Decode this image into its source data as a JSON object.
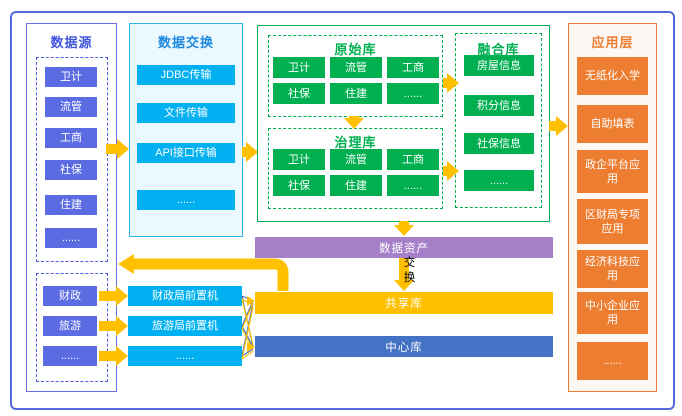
{
  "diagram": {
    "data_source": {
      "title": "数据源",
      "items": [
        "卫计",
        "流管",
        "工商",
        "社保",
        "住建",
        "......"
      ],
      "lower_items": [
        "财政",
        "旅游",
        "......"
      ]
    },
    "data_exchange": {
      "title": "数据交换",
      "items": [
        "JDBC传输",
        "文件传输",
        "API接口传输",
        "......"
      ]
    },
    "libraries": {
      "original": {
        "title": "原始库",
        "items": [
          "卫计",
          "流管",
          "工商",
          "社保",
          "住建",
          "......"
        ]
      },
      "governance": {
        "title": "治理库",
        "items": [
          "卫计",
          "流管",
          "工商",
          "社保",
          "住建",
          "......"
        ]
      },
      "fusion": {
        "title": "融合库",
        "items": [
          "房屋信息",
          "积分信息",
          "社保信息",
          "......"
        ]
      }
    },
    "application": {
      "title": "应用层",
      "items": [
        "无纸化入学",
        "自助填表",
        "政企平台应用",
        "区财局专项应用",
        "经济科技应用",
        "中小企业应用",
        "......"
      ]
    },
    "front_machines": {
      "items": [
        "财政局前置机",
        "旅游局前置机",
        "......"
      ]
    },
    "bars": {
      "data_asset": "数据资产",
      "shared": "共享库",
      "center": "中心库"
    },
    "flow_labels": {
      "exchange": "交换"
    }
  },
  "colors": {
    "frame-blue": "#5669DB",
    "source-border": "#6A6FE2",
    "source-header": "#4356DF",
    "source-item": "#5B6CE3",
    "dashed-blue": "#4D5BE0",
    "exchange-border": "#2FB4EA",
    "exchange-bg": "#E9F9FE",
    "exchange-header": "#1E88E0",
    "cyan-item": "#00B0F0",
    "green": "#00B050",
    "orange": "#ED7D31",
    "app-bg": "#FDF8F3",
    "purple-bar": "#A57FC8",
    "gold": "#FFC000",
    "bar-blue": "#4472C4"
  }
}
